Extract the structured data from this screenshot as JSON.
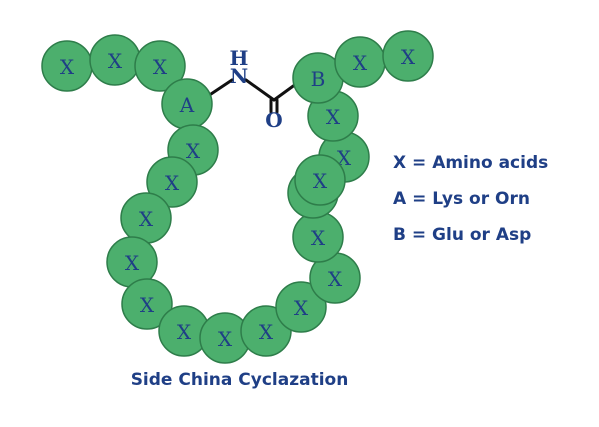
{
  "beads": [
    {
      "id": "left-top-1",
      "label": "X"
    },
    {
      "id": "left-top-2",
      "label": "X"
    },
    {
      "id": "left-top-3",
      "label": "X"
    },
    {
      "id": "residue-a",
      "label": "A"
    },
    {
      "id": "left-chain-1",
      "label": "X"
    },
    {
      "id": "left-chain-2",
      "label": "X"
    },
    {
      "id": "left-chain-3",
      "label": "X"
    },
    {
      "id": "left-chain-4",
      "label": "X"
    },
    {
      "id": "left-chain-5",
      "label": "X"
    },
    {
      "id": "bottom-1",
      "label": "X"
    },
    {
      "id": "bottom-2",
      "label": "X"
    },
    {
      "id": "bottom-3",
      "label": "X"
    },
    {
      "id": "right-chain-1",
      "label": "X"
    },
    {
      "id": "right-chain-2",
      "label": "X"
    },
    {
      "id": "right-chain-3",
      "label": "X"
    },
    {
      "id": "right-chain-4",
      "label": "X"
    },
    {
      "id": "right-chain-5",
      "label": "X"
    },
    {
      "id": "right-chain-6",
      "label": "X"
    },
    {
      "id": "right-chain-7",
      "label": "X"
    },
    {
      "id": "residue-b",
      "label": "B"
    },
    {
      "id": "right-top-1",
      "label": "X"
    },
    {
      "id": "right-top-2",
      "label": "X"
    }
  ],
  "bond_atoms": {
    "h": "H",
    "n": "N",
    "o": "O"
  },
  "legend": {
    "x": "X = Amino acids",
    "a": "A = Lys or Orn",
    "b": "B = Glu or Asp"
  },
  "caption": "Side China Cyclazation",
  "colors": {
    "bead_fill": "#4caf6d",
    "bead_stroke": "#2e7d4a",
    "text": "#1f3f86"
  }
}
